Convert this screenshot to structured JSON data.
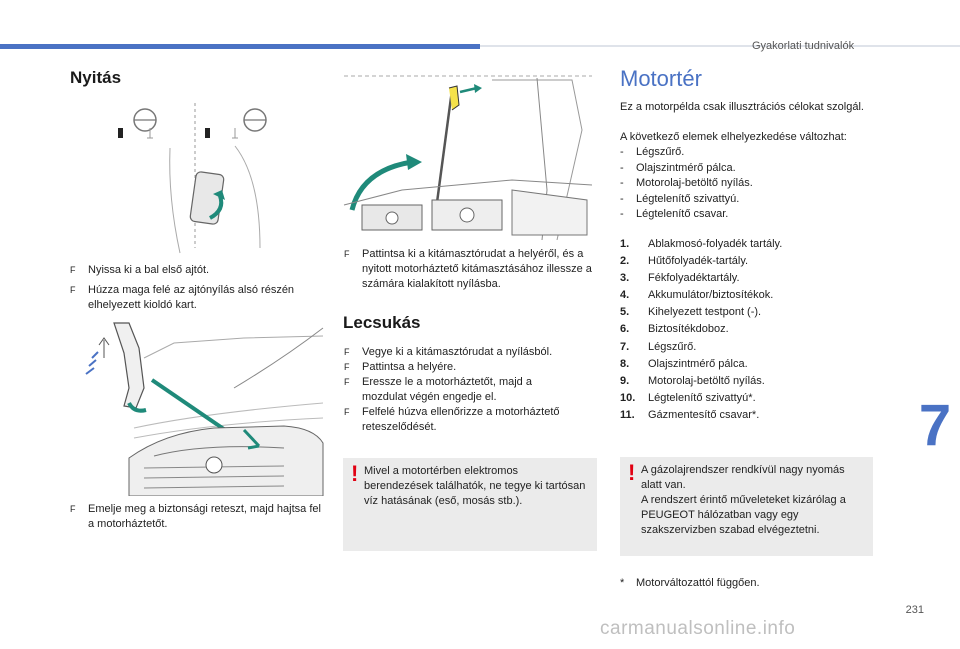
{
  "header": {
    "section_title": "Gyakorlati tudnivalók"
  },
  "nyitas": {
    "title": "Nyitás",
    "step1": "Nyissa ki a bal első ajtót.",
    "step2": "Húzza maga felé az ajtónyílás alsó részén elhelyezett kioldó kart.",
    "step3": "Emelje meg a biztonsági reteszt, majd hajtsa fel a motorháztetőt.",
    "step4": "Pattintsa ki a kitámasztórudat a helyéről, és a nyitott motorháztető kitámasztásához illessze a számára kialakított nyílásba."
  },
  "lecsukas": {
    "title": "Lecsukás",
    "steps": [
      "Vegye ki a kitámasztórudat a nyílásból.",
      "Pattintsa a helyére.",
      "Eressze le a motorháztetőt, majd a mozdulat végén engedje el.",
      "Felfelé húzva ellenőrizze a motorháztető reteszelődését."
    ],
    "warning": "Mivel a motortérben elektromos berendezések találhatók, ne tegye ki tartósan víz hatásának (eső, mosás stb.)."
  },
  "motorter": {
    "title": "Motortér",
    "intro_line1": "Ez a motorpélda csak illusztrációs célokat szolgál.",
    "intro_line2": "A következő elemek elhelyezkedése változhat:",
    "variable_items": [
      "Légszűrő.",
      "Olajszintmérő pálca.",
      "Motorolaj-betöltő nyílás.",
      "Légtelenítő szivattyú.",
      "Légtelenítő csavar."
    ],
    "items": [
      {
        "num": "1.",
        "label": "Ablakmosó-folyadék tartály."
      },
      {
        "num": "2.",
        "label": "Hűtőfolyadék-tartály."
      },
      {
        "num": "3.",
        "label": "Fékfolyadéktartály."
      },
      {
        "num": "4.",
        "label": "Akkumulátor/biztosítékok."
      },
      {
        "num": "5.",
        "label": "Kihelyezett testpont (-)."
      },
      {
        "num": "6.",
        "label": "Biztosítékdoboz."
      },
      {
        "num": "7.",
        "label": "Légszűrő."
      },
      {
        "num": "8.",
        "label": "Olajszintmérő pálca."
      },
      {
        "num": "9.",
        "label": "Motorolaj-betöltő nyílás."
      },
      {
        "num": "10.",
        "label": "Légtelenítő szivattyú*."
      },
      {
        "num": "11.",
        "label": "Gázmentesítő csavar*."
      }
    ],
    "warning": "A gázolajrendszer rendkívül nagy nyomás alatt van.\nA rendszert érintő műveleteket kizárólag a PEUGEOT hálózatban vagy egy szakszervizben szabad elvégeztetni.",
    "footnote_mark": "*",
    "footnote": "Motorváltozattól függően."
  },
  "bullet_symbol": "F",
  "dash": "-",
  "warning_symbol": "!",
  "chapter_number": "7",
  "page_number": "231",
  "watermark": "carmanualsonline.info",
  "colors": {
    "accent": "#4a72c4",
    "teal_arrow": "#1f8a7a",
    "warning_red": "#e10012",
    "box_bg": "#ebebeb"
  }
}
